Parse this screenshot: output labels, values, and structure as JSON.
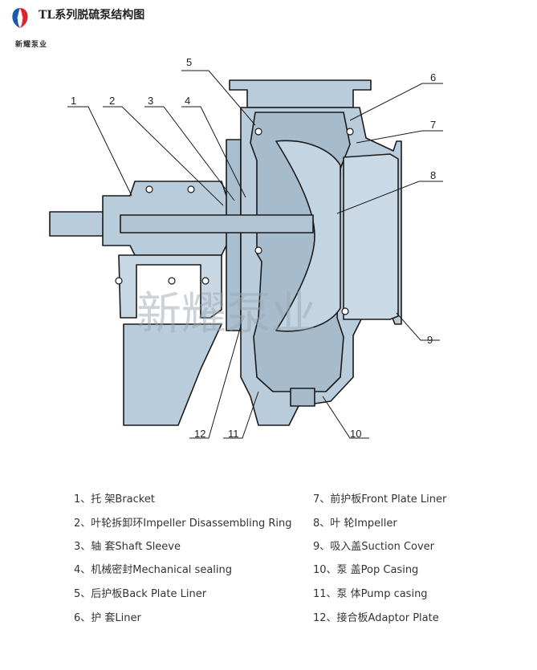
{
  "header": {
    "title": "TL系列脱硫泵结构图",
    "logo_text": "新耀泵业"
  },
  "watermark": "新耀泵业",
  "callouts": [
    "1",
    "2",
    "3",
    "4",
    "5",
    "6",
    "7",
    "8",
    "9",
    "10",
    "11",
    "12"
  ],
  "legend": [
    "1、托    架Bracket",
    "2、叶轮拆卸环Impeller Disassembling Ring",
    "3、轴     套Shaft Sleeve",
    "4、机械密封Mechanical sealing",
    "5、后护板Back Plate Liner",
    "6、护     套Liner",
    "7、前护板Front Plate Liner",
    "8、叶     轮Impeller",
    "9、吸入盖Suction Cover",
    "10、泵     盖Pop Casing",
    "11、泵     体Pump casing",
    "12、接合板Adaptor Plate"
  ],
  "colors": {
    "body_fill": "#b9ccdb",
    "line": "#1a1a1a",
    "watermark": "#9aa7b2"
  }
}
